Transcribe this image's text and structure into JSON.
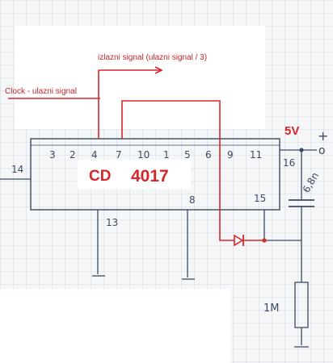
{
  "annotations": {
    "output_label": "izlazni signal (ulazni signal / 3)",
    "input_label": "Clock - ulazni signal",
    "supply_label": "5V"
  },
  "chip": {
    "name_prefix": "CD",
    "name_number": "4017",
    "top_pins": [
      "3",
      "2",
      "4",
      "7",
      "10",
      "1",
      "5",
      "6",
      "9",
      "11"
    ],
    "pin_left": "14",
    "pin_right": "16",
    "pin_bottom_8": "8",
    "pin_bottom_13": "13",
    "pin_right_15": "15"
  },
  "components": {
    "capacitor_value": "6,8n",
    "resistor_value": "1M",
    "plus_sign": "+",
    "supply_node": "o"
  },
  "colors": {
    "wire_red": "#d6262b",
    "pencil": "#3a4a63",
    "grid": "#b9c4d3"
  }
}
